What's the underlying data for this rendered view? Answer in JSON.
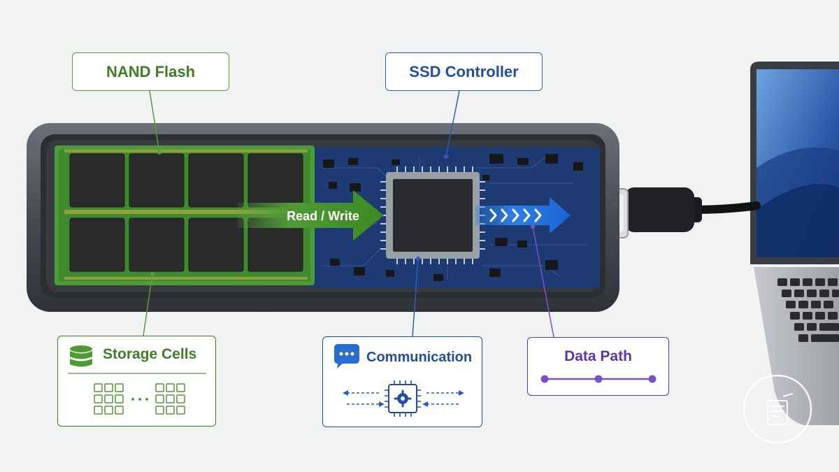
{
  "labels": {
    "nand_flash": "NAND Flash",
    "ssd_controller": "SSD Controller",
    "read_write": "Read / Write",
    "storage_cells": "Storage Cells",
    "communication": "Communication",
    "data_path": "Data Path"
  },
  "icons": {
    "storage": "database-icon",
    "communication": "chat-bubble-icon",
    "chip": "processor-gear-icon",
    "cells": "cell-grid-icon",
    "path": "path-nodes-icon"
  },
  "colors": {
    "green": "#3e7e25",
    "blue": "#1f4fa8",
    "purple": "#5a36a8",
    "pcb": "#1d3a73",
    "nand_board": "#4d9a3a"
  }
}
